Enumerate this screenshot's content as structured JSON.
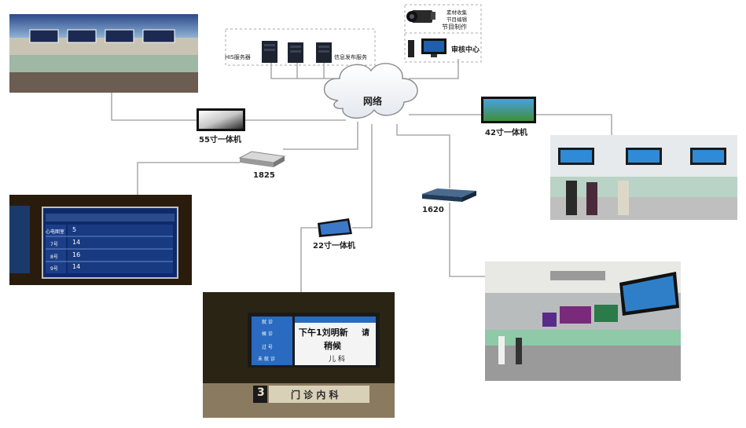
{
  "nodes": {
    "network": "网络",
    "his_server": "HIS服务器",
    "info_server": "信息发布服务",
    "material_collect": "素材收集",
    "program_edit": "节目编辑",
    "program_make": "节目制作",
    "audit_center": "审核中心",
    "aio_55": "55寸一体机",
    "aio_42": "42寸一体机",
    "aio_22": "22寸一体机",
    "player_1825": "1825",
    "player_1620": "1620"
  },
  "photos": {
    "left_screen": {
      "rows": [
        {
          "dept": "心电图室",
          "num": "5"
        },
        {
          "dept": "7号",
          "num": "14"
        },
        {
          "dept": "8号",
          "num": "16"
        },
        {
          "dept": "9号",
          "num": "14"
        }
      ]
    },
    "queue_screen": {
      "side_buttons": [
        "就 诊",
        "候 诊",
        "过 号",
        "未 就 诊"
      ],
      "call_line": "下午1刘明新",
      "call_suffix": "请",
      "wait_line": "稍候",
      "dept_line": "儿 科",
      "room_number": "3",
      "room_name": "门 诊 内 科"
    }
  },
  "colors": {
    "line": "#9a9a9a",
    "cloud_stroke": "#8a8a8a",
    "dashed_box": "#aaaaaa",
    "accent_blue": "#1f5fae"
  }
}
